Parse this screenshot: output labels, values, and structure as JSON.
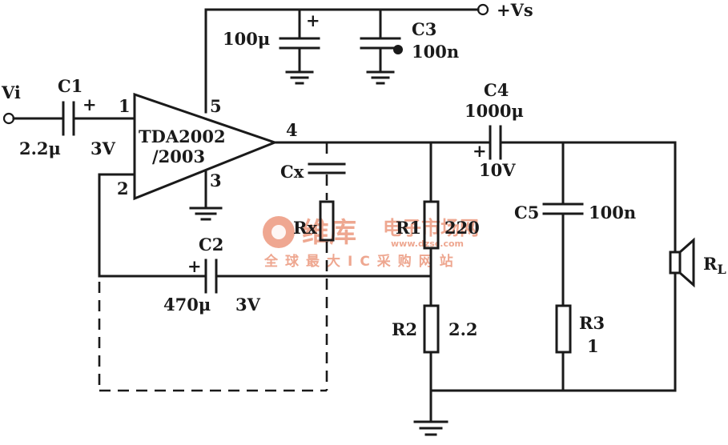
{
  "labels": {
    "vin": "Vi",
    "vs": "+Vs",
    "c1": "C1",
    "c1_value": "2.2μ",
    "c1_volt": "3V",
    "c1_plus": "+",
    "pin1": "1",
    "pin2": "2",
    "pin3": "3",
    "pin4": "4",
    "pin5": "5",
    "ic_line1": "TDA2002",
    "ic_line2": "/2003",
    "cap_100u": "100μ",
    "cap_100u_plus": "+",
    "c3": "C3",
    "c3_value": "100n",
    "c4": "C4",
    "c4_value": "1000μ",
    "c4_volt": "10V",
    "c4_plus": "+",
    "cx": "Cx",
    "rx": "Rx",
    "r1": "R1",
    "r1_value": "220",
    "c5": "C5",
    "c5_value": "100n",
    "c2": "C2",
    "c2_value": "470μ",
    "c2_volt": "3V",
    "c2_plus": "+",
    "r2": "R2",
    "r2_value": "2.2",
    "r3": "R3",
    "r3_value": "1",
    "rl": "RL"
  },
  "watermark": {
    "brand": "维库",
    "brand2": "电子市场网",
    "url": "www.dzsc.com",
    "slogan": "全球最大IC采购网站"
  },
  "colors": {
    "ink": "#1a1a1a",
    "watermark": "#e98a6c"
  }
}
